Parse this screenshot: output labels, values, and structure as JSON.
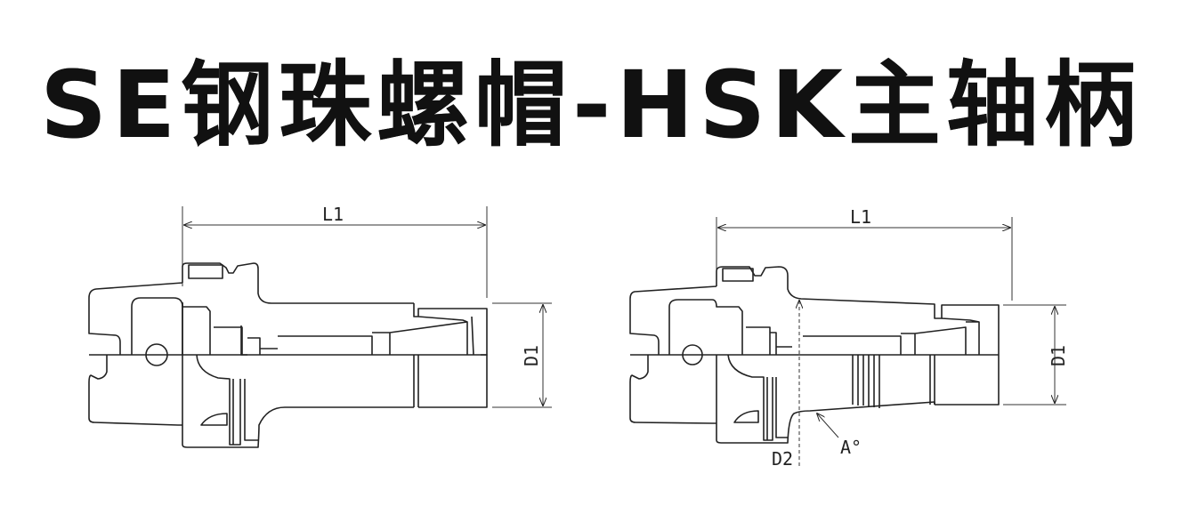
{
  "title": "SE钢珠螺帽-HSK主轴柄",
  "drawings": [
    {
      "name": "standard",
      "labels": {
        "length": "L1",
        "diameter": "D1"
      }
    },
    {
      "name": "tapered",
      "labels": {
        "length": "L1",
        "diameter": "D1",
        "diameter2": "D2",
        "angle": "A°"
      }
    }
  ]
}
